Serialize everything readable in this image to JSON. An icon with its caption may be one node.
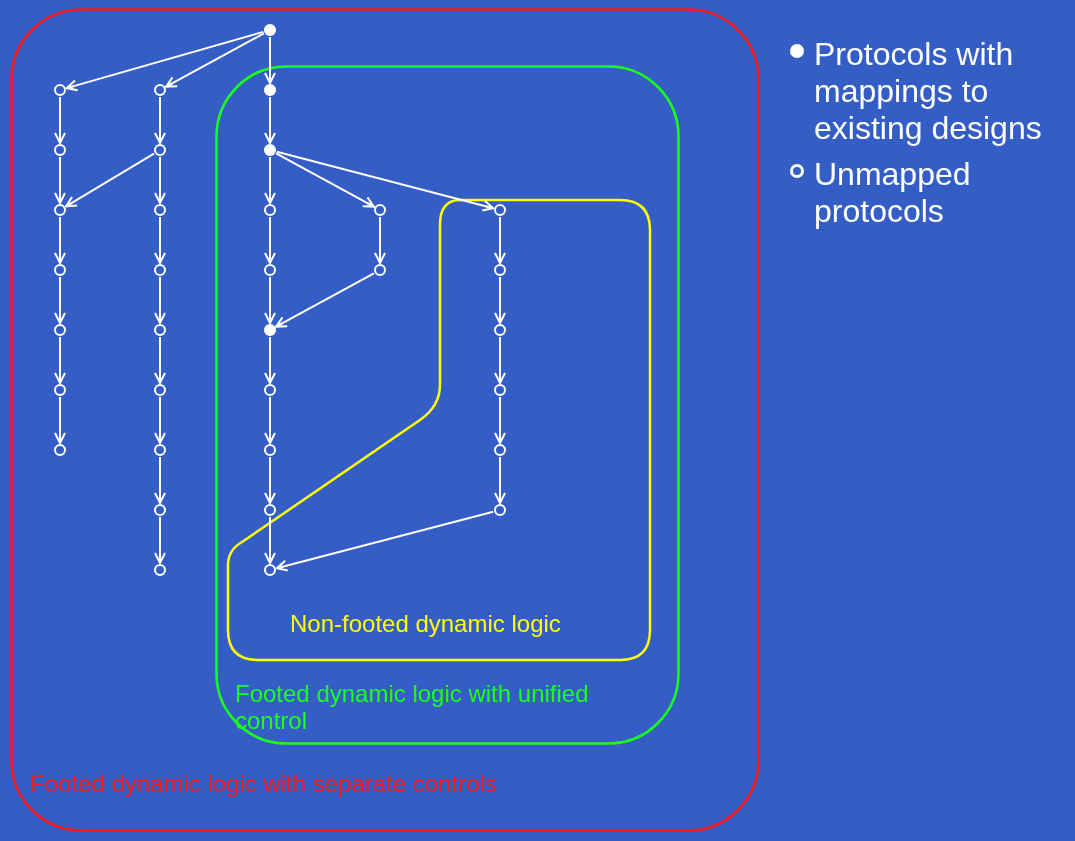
{
  "diagram": {
    "nodes": [
      {
        "text": [
          "Footed dynamic logic with separate controls"
        ]
      },
      {
        "text": [
          "Footed dynamic logic with unified control"
        ],
        "in": 0
      },
      {
        "text": [
          "Non-footed dynamic logic"
        ],
        "in": 1
      },
      {
        "text": [],
        "shape": "circle",
        "in": 0
      },
      {
        "text": [],
        "shape": "circle",
        "in": 0
      },
      {
        "text": [],
        "shape": "circle",
        "in": 0
      },
      {
        "text": [],
        "shape": "circle",
        "in": 0
      },
      {
        "text": [],
        "shape": "circle",
        "in": 0
      },
      {
        "text": [],
        "shape": "circle",
        "in": 0
      },
      {
        "text": [],
        "shape": "circle",
        "in": 0
      },
      {
        "text": [],
        "shape": "circle",
        "in": 0
      },
      {
        "text": [],
        "shape": "circle",
        "in": 0
      },
      {
        "text": [],
        "shape": "circle",
        "in": 0
      },
      {
        "text": [],
        "shape": "circle",
        "in": 0
      },
      {
        "text": [],
        "shape": "circle",
        "in": 0
      },
      {
        "text": [],
        "shape": "circle",
        "in": 0
      },
      {
        "text": [],
        "shape": "circle",
        "in": 0
      },
      {
        "text": [],
        "shape": "circle",
        "in": 0
      },
      {
        "text": [],
        "shape": "circle",
        "in": 0
      },
      {
        "text": [],
        "shape": "circle",
        "in": 0
      },
      {
        "text": [],
        "shape": "circle",
        "in": 1
      },
      {
        "text": [],
        "shape": "circle",
        "in": 1
      },
      {
        "text": [],
        "shape": "circle",
        "in": 1
      },
      {
        "text": [],
        "shape": "circle",
        "in": 1
      },
      {
        "text": [],
        "shape": "circle",
        "in": 1
      },
      {
        "text": [],
        "shape": "circle",
        "in": 1
      },
      {
        "text": [],
        "shape": "circle",
        "in": 1
      },
      {
        "text": [],
        "shape": "circle",
        "in": 1
      },
      {
        "text": [],
        "shape": "circle",
        "in": 2
      },
      {
        "text": [],
        "shape": "circle",
        "in": 1
      },
      {
        "text": [],
        "shape": "circle",
        "in": 1
      },
      {
        "text": [],
        "shape": "circle",
        "in": 2
      },
      {
        "text": [],
        "shape": "circle",
        "in": 2
      },
      {
        "text": [],
        "shape": "circle",
        "in": 2
      },
      {
        "text": [],
        "shape": "circle",
        "in": 2
      },
      {
        "text": [],
        "shape": "circle",
        "in": 2
      },
      {
        "text": [],
        "shape": "circle",
        "in": 2
      }
    ],
    "edges": [
      {
        "from": 3,
        "to": 4,
        "arrow": "to"
      },
      {
        "from": 3,
        "to": 11,
        "arrow": "to"
      },
      {
        "from": 3,
        "to": 20,
        "arrow": "to"
      },
      {
        "from": 4,
        "to": 5,
        "arrow": "to"
      },
      {
        "from": 5,
        "to": 6,
        "arrow": "to"
      },
      {
        "from": 6,
        "to": 7,
        "arrow": "to"
      },
      {
        "from": 7,
        "to": 8,
        "arrow": "to"
      },
      {
        "from": 8,
        "to": 9,
        "arrow": "to"
      },
      {
        "from": 9,
        "to": 10,
        "arrow": "to"
      },
      {
        "from": 12,
        "to": 6,
        "arrow": "to"
      },
      {
        "from": 11,
        "to": 12,
        "arrow": "to"
      },
      {
        "from": 12,
        "to": 13,
        "arrow": "to"
      },
      {
        "from": 13,
        "to": 14,
        "arrow": "to"
      },
      {
        "from": 14,
        "to": 15,
        "arrow": "to"
      },
      {
        "from": 15,
        "to": 16,
        "arrow": "to"
      },
      {
        "from": 16,
        "to": 17,
        "arrow": "to"
      },
      {
        "from": 17,
        "to": 18,
        "arrow": "to"
      },
      {
        "from": 18,
        "to": 19,
        "arrow": "to"
      },
      {
        "from": 20,
        "to": 21,
        "arrow": "to"
      },
      {
        "from": 21,
        "to": 22,
        "arrow": "to"
      },
      {
        "from": 21,
        "to": 29,
        "arrow": "to"
      },
      {
        "from": 21,
        "to": 31,
        "arrow": "to"
      },
      {
        "from": 22,
        "to": 23,
        "arrow": "to"
      },
      {
        "from": 23,
        "to": 24,
        "arrow": "to"
      },
      {
        "from": 29,
        "to": 30,
        "arrow": "to"
      },
      {
        "from": 30,
        "to": 24,
        "arrow": "to"
      },
      {
        "from": 24,
        "to": 25,
        "arrow": "to"
      },
      {
        "from": 25,
        "to": 26,
        "arrow": "to"
      },
      {
        "from": 26,
        "to": 27,
        "arrow": "to"
      },
      {
        "from": 27,
        "to": 28,
        "arrow": "to"
      },
      {
        "from": 31,
        "to": 32,
        "arrow": "to"
      },
      {
        "from": 32,
        "to": 33,
        "arrow": "to"
      },
      {
        "from": 33,
        "to": 34,
        "arrow": "to"
      },
      {
        "from": 34,
        "to": 35,
        "arrow": "to"
      },
      {
        "from": 35,
        "to": 36,
        "arrow": "to"
      },
      {
        "from": 36,
        "to": 28,
        "arrow": "to"
      }
    ],
    "legend": [
      {
        "text": "Protocols with mappings to existing designs"
      },
      {
        "text": "Unmapped protocols"
      }
    ]
  }
}
